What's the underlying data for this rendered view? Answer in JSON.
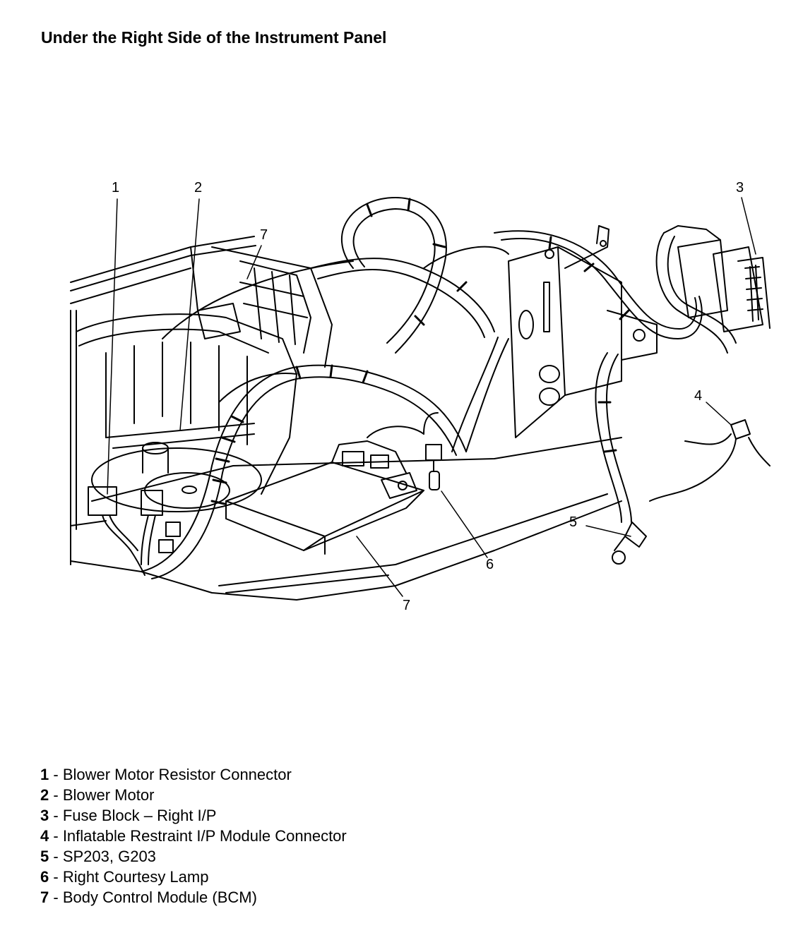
{
  "title": "Under the Right Side of the Instrument Panel",
  "callouts": {
    "c1": "1",
    "c2": "2",
    "c3": "3",
    "c4": "4",
    "c5": "5",
    "c6": "6",
    "c7a": "7",
    "c7b": "7"
  },
  "legend": [
    {
      "num": "1",
      "text": "Blower Motor Resistor Connector"
    },
    {
      "num": "2",
      "text": "Blower Motor"
    },
    {
      "num": "3",
      "text": "Fuse Block – Right I/P"
    },
    {
      "num": "4",
      "text": "Inflatable Restraint I/P Module Connector"
    },
    {
      "num": "5",
      "text": "SP203, G203"
    },
    {
      "num": "6",
      "text": "Right Courtesy Lamp"
    },
    {
      "num": "7",
      "text": "Body Control Module (BCM)"
    }
  ],
  "separator": " - "
}
